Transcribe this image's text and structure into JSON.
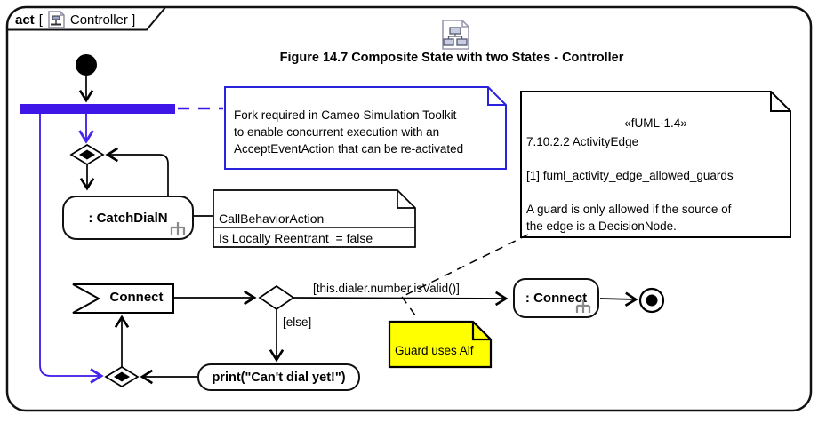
{
  "colors": {
    "accent_blue": "#3F16E8",
    "note_border_blue": "#2B22DC",
    "note_yellow": "#FFFF00"
  },
  "frame": {
    "keyword": "act",
    "bracket_open": "[",
    "name": "Controller",
    "bracket_close": "]"
  },
  "title": "Figure 14.7 Composite State with two States - Controller",
  "nodes": {
    "catch_dial_label": ": CatchDialN",
    "connect_accept_label": "Connect",
    "connect_action_label": ": Connect",
    "print_label": "print(\"Can't dial yet!\")"
  },
  "edges": {
    "guard_valid": "[this.dialer.number.isValid()]",
    "guard_else": "[else]"
  },
  "notes": {
    "fork_note": "Fork required in Cameo Simulation Toolkit\nto enable concurrent execution with an\nAcceptEventAction that can be re-activated",
    "fuml_stereotype": "«fUML-1.4»",
    "fuml_body": "7.10.2.2 ActivityEdge\n\n[1] fuml_activity_edge_allowed_guards\n\nA guard is only allowed if the source of\nthe edge is a DecisionNode.",
    "call_behavior_title": "CallBehaviorAction",
    "call_behavior_property": "Is Locally Reentrant  = false",
    "guard_note": "Guard uses Alf"
  }
}
